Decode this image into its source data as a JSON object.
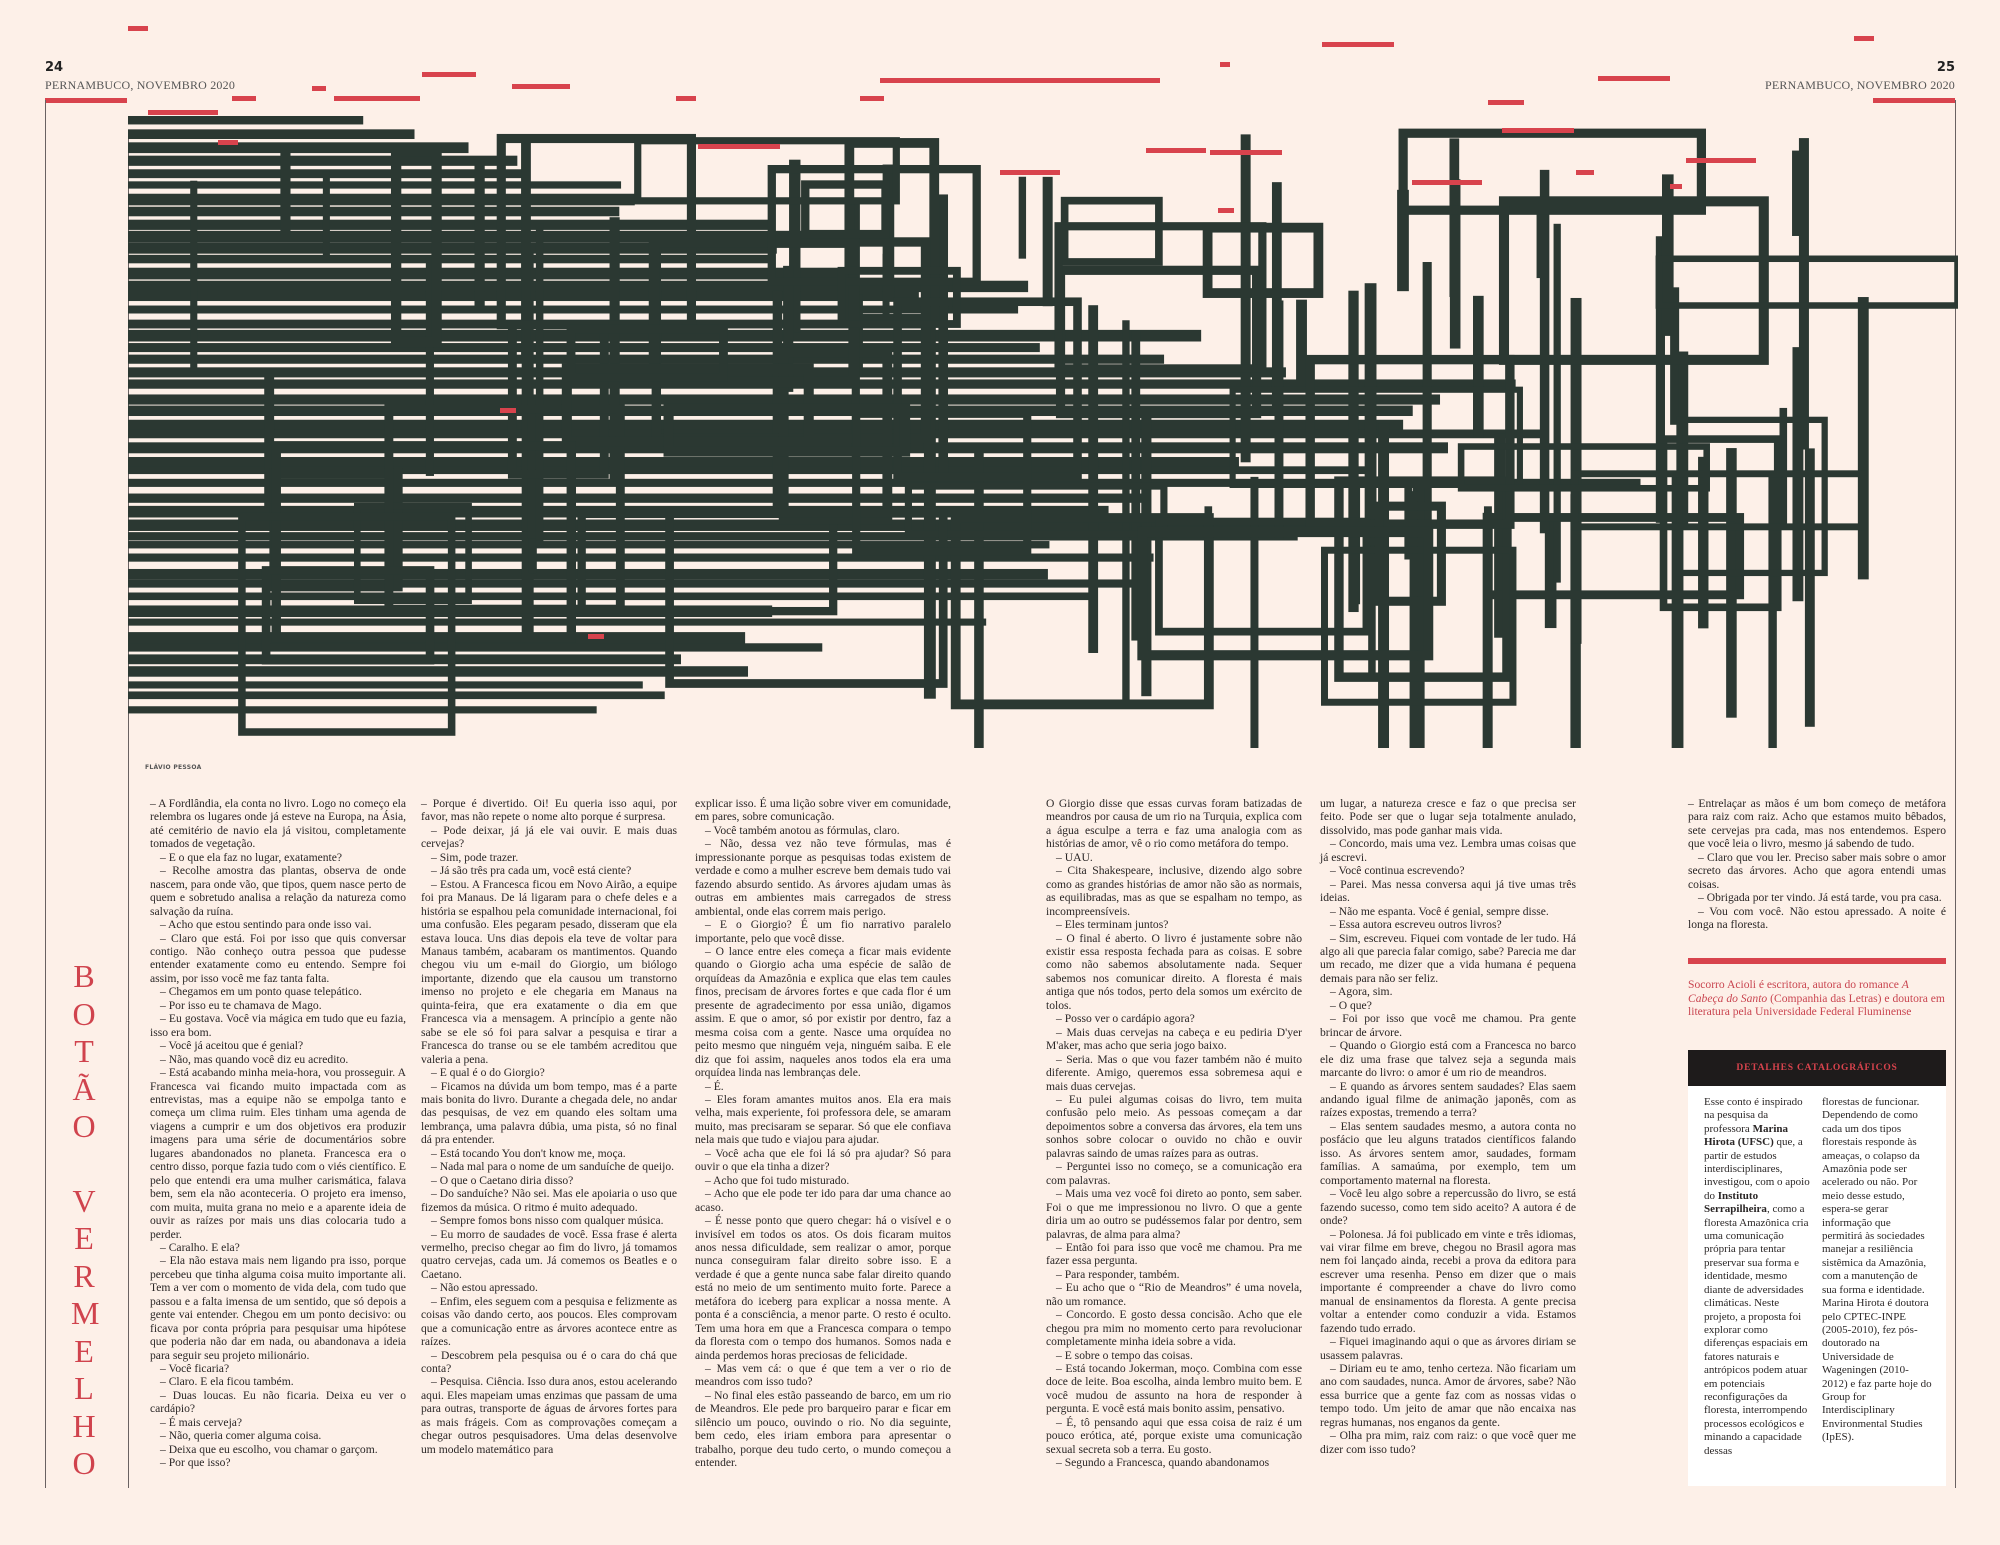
{
  "header": {
    "left_page": "24",
    "right_page": "25",
    "left_pub": "PERNAMBUCO, NOVEMBRO 2020",
    "right_pub": "PERNAMBUCO, NOVEMBRO 2020"
  },
  "art": {
    "credit": "FLÁVIO PESSOA",
    "line_color": "#2b3832",
    "accent_color": "#d8434d"
  },
  "title_words": [
    "BOTÃO",
    "VERMELHO"
  ],
  "columns": [
    [
      "– A Fordlândia, ela conta no livro. Logo no começo ela relembra os lugares onde já esteve na Europa, na Ásia, até cemitério de navio ela já visitou, completamente tomados de vegetação.",
      "– E o que ela faz no lugar, exatamente?",
      "– Recolhe amostra das plantas, observa de onde nascem, para onde vão, que tipos, quem nasce perto de quem e sobretudo analisa a relação da natureza como salvação da ruína.",
      "– Acho que estou sentindo para onde isso vai.",
      "– Claro que está. Foi por isso que quis conversar contigo. Não conheço outra pessoa que pudesse entender exatamente como eu entendo. Sempre foi assim, por isso você me faz tanta falta.",
      "– Chegamos em um ponto quase telepático.",
      "– Por isso eu te chamava de Mago.",
      "– Eu gostava. Você via mágica em tudo que eu fazia, isso era bom.",
      "– Você já aceitou que é genial?",
      "– Não, mas quando você diz eu acredito.",
      "– Está acabando minha meia-hora, vou prosseguir. A Francesca vai ficando muito impactada com as entrevistas, mas a equipe não se empolga tanto e começa um clima ruim. Eles tinham uma agenda de viagens a cumprir e um dos objetivos era produzir imagens para uma série de documentários sobre lugares abandonados no planeta. Francesca era o centro disso, porque fazia tudo com o viés científico. E pelo que entendi era uma mulher carismática, falava bem, sem ela não aconteceria. O projeto era imenso, com muita, muita grana no meio e a aparente ideia de ouvir as raízes por mais uns dias colocaria tudo a perder.",
      "– Caralho. E ela?",
      "– Ela não estava mais nem ligando pra isso, porque percebeu que tinha alguma coisa muito importante ali. Tem a ver com o momento de vida dela, com tudo que passou e a falta imensa de um sentido, que só depois a gente vai entender. Chegou em um ponto decisivo: ou ficava por conta própria para pesquisar uma hipótese que poderia não dar em nada, ou abandonava a ideia para seguir seu projeto milionário.",
      "– Você ficaria?",
      "– Claro. E ela ficou também.",
      "– Duas loucas. Eu não ficaria. Deixa eu ver o cardápio?",
      "– É mais cerveja?",
      "– Não, queria comer alguma coisa.",
      "– Deixa que eu escolho, vou chamar o garçom.",
      "– Por que isso?"
    ],
    [
      "– Porque é divertido. Oi! Eu queria isso aqui, por favor, mas não repete o nome alto porque é surpresa.",
      "– Pode deixar, já já ele vai ouvir. E mais duas cervejas?",
      "– Sim, pode trazer.",
      "– Já são três pra cada um, você está ciente?",
      "– Estou. A Francesca ficou em Novo Airão, a equipe foi pra Manaus. De lá ligaram para o chefe deles e a história se espalhou pela comunidade internacional, foi uma confusão. Eles pegaram pesado, disseram que ela estava louca. Uns dias depois ela teve de voltar para Manaus também, acabaram os mantimentos. Quando chegou viu um e-mail do Giorgio, um biólogo importante, dizendo que ela causou um transtorno imenso no projeto e ele chegaria em Manaus na quinta-feira, que era exatamente o dia em que Francesca via a mensagem. A princípio a gente não sabe se ele só foi para salvar a pesquisa e tirar a Francesca do transe ou se ele também acreditou que valeria a pena.",
      "– E qual é o do Giorgio?",
      "– Ficamos na dúvida um bom tempo, mas é a parte mais bonita do livro. Durante a chegada dele, no andar das pesquisas, de vez em quando eles soltam uma lembrança, uma palavra dúbia, uma pista, só no final dá pra entender.",
      "– Está tocando You don't know me, moça.",
      "– Nada mal para o nome de um sanduíche de queijo.",
      "– O que o Caetano diria disso?",
      "– Do sanduíche? Não sei. Mas ele apoiaria o uso que fizemos da música. O ritmo é muito adequado.",
      "– Sempre fomos bons nisso com qualquer música.",
      "– Eu morro de saudades de você. Essa frase é alerta vermelho, preciso chegar ao fim do livro, já tomamos quatro cervejas, cada um. Já comemos os Beatles e o Caetano.",
      "– Não estou apressado.",
      "– Enfim, eles seguem com a pesquisa e felizmente as coisas vão dando certo, aos poucos. Eles comprovam que a comunicação entre as árvores acontece entre as raízes.",
      "– Descobrem pela pesquisa ou é o cara do chá que conta?",
      "– Pesquisa. Ciência. Isso dura anos, estou acelerando aqui. Eles mapeiam umas enzimas que passam de uma para outras, transporte de águas de árvores fortes para as mais frágeis. Com as comprovações começam a chegar outros pesquisadores. Uma delas desenvolve um modelo matemático para"
    ],
    [
      "explicar isso. É uma lição sobre viver em comunidade, em pares, sobre comunicação.",
      "– Você também anotou as fórmulas, claro.",
      "– Não, dessa vez não teve fórmulas, mas é impressionante porque as pesquisas todas existem de verdade e como a mulher escreve bem demais tudo vai fazendo absurdo sentido. As árvores ajudam umas às outras em ambientes mais carregados de stress ambiental, onde elas correm mais perigo.",
      "– E o Giorgio? É um fio narrativo paralelo importante, pelo que você disse.",
      "– O lance entre eles começa a ficar mais evidente quando o Giorgio acha uma espécie de salão de orquídeas da Amazônia e explica que elas tem caules finos, precisam de árvores fortes e que cada flor é um presente de agradecimento por essa união, digamos assim. E que o amor, só por existir por dentro, faz a mesma coisa com a gente. Nasce uma orquídea no peito mesmo que ninguém veja, ninguém saiba. E ele diz que foi assim, naqueles anos todos ela era uma orquídea linda nas lembranças dele.",
      "– É.",
      "– Eles foram amantes muitos anos. Ela era mais velha, mais experiente, foi professora dele, se amaram muito, mas precisaram se separar. Só que ele confiava nela mais que tudo e viajou para ajudar.",
      "– Você acha que ele foi lá só pra ajudar? Só para ouvir o que ela tinha a dizer?",
      "– Acho que foi tudo misturado.",
      "– Acho que ele pode ter ido para dar uma chance ao acaso.",
      "– É nesse ponto que quero chegar: há o visível e o invisível em todos os atos. Os dois ficaram muitos anos nessa dificuldade, sem realizar o amor, porque nunca conseguiram falar direito sobre isso. E a verdade é que a gente nunca sabe falar direito quando está no meio de um sentimento muito forte. Parece a metáfora do iceberg para explicar a nossa mente. A ponta é a consciência, a menor parte. O resto é oculto. Tem uma hora em que a Francesca compara o tempo da floresta com o tempo dos humanos. Somos nada e ainda perdemos horas preciosas de felicidade.",
      "– Mas vem cá: o que é que tem a ver o rio de meandros com isso tudo?",
      "– No final eles estão passeando de barco, em um rio de Meandros. Ele pede pro barqueiro parar e ficar em silêncio um pouco, ouvindo o rio. No dia seguinte, bem cedo, eles iriam embora para apresentar o trabalho, porque deu tudo certo, o mundo começou a entender."
    ],
    [
      "O Giorgio disse que essas curvas foram batizadas de meandros por causa de um rio na Turquia, explica com a água esculpe a terra e faz uma analogia com as histórias de amor, vê o rio como metáfora do tempo.",
      "– UAU.",
      "– Cita Shakespeare, inclusive, dizendo algo sobre como as grandes histórias de amor não são as normais, as equilibradas, mas as que se espalham no tempo, as incompreensíveis.",
      "– Eles terminam juntos?",
      "– O final é aberto. O livro é justamente sobre não existir essa resposta fechada para as coisas. E sobre como não sabemos absolutamente nada. Sequer sabemos nos comunicar direito. A floresta é mais antiga que nós todos, perto dela somos um exército de tolos.",
      "– Posso ver o cardápio agora?",
      "– Mais duas cervejas na cabeça e eu pediria D'yer M'aker, mas acho que seria jogo baixo.",
      "– Seria. Mas o que vou fazer também não é muito diferente. Amigo, queremos essa sobremesa aqui e mais duas cervejas.",
      "– Eu pulei algumas coisas do livro, tem muita confusão pelo meio. As pessoas começam a dar depoimentos sobre a conversa das árvores, ela tem uns sonhos sobre colocar o ouvido no chão e ouvir palavras saindo de umas raízes para as outras.",
      "– Perguntei isso no começo, se a comunicação era com palavras.",
      "– Mais uma vez você foi direto ao ponto, sem saber. Foi o que me impressionou no livro. O que a gente diria um ao outro se pudéssemos falar por dentro, sem palavras, de alma para alma?",
      "– Então foi para isso que você me chamou. Pra me fazer essa pergunta.",
      "– Para responder, também.",
      "– Eu acho que o “Rio de Meandros” é uma novela, não um romance.",
      "– Concordo. E gosto dessa concisão. Acho que ele chegou pra mim no momento certo para revolucionar completamente minha ideia sobre a vida.",
      "– E sobre o tempo das coisas.",
      "– Está tocando Jokerman, moço. Combina com esse doce de leite. Boa escolha, ainda lembro muito bem. E você mudou de assunto na hora de responder à pergunta. E você está mais bonito assim, pensativo.",
      "– É, tô pensando aqui que essa coisa de raiz é um pouco erótica, até, porque existe uma comunicação sexual secreta sob a terra. Eu gosto.",
      "– Segundo a Francesca, quando abandonamos"
    ],
    [
      "um lugar, a natureza cresce e faz o que precisa ser feito. Pode ser que o lugar seja totalmente anulado, dissolvido, mas pode ganhar mais vida.",
      "– Concordo, mais uma vez. Lembra umas coisas que já escrevi.",
      "– Você continua escrevendo?",
      "– Parei. Mas nessa conversa aqui já tive umas três ideias.",
      "– Não me espanta. Você é genial, sempre disse.",
      "– Essa autora escreveu outros livros?",
      "– Sim, escreveu. Fiquei com vontade de ler tudo. Há algo ali que parecia falar comigo, sabe? Parecia me dar um recado, me dizer que a vida humana é pequena demais para não ser feliz.",
      "– Agora, sim.",
      "– O que?",
      "– Foi por isso que você me chamou. Pra gente brincar de árvore.",
      "– Quando o Giorgio está com a Francesca no barco ele diz uma frase que talvez seja a segunda mais marcante do livro: o amor é um rio de meandros.",
      "– E quando as árvores sentem saudades? Elas saem andando igual filme de animação japonês, com as raízes expostas, tremendo a terra?",
      "– Elas sentem saudades mesmo, a autora conta no posfácio que leu alguns tratados científicos falando isso. As árvores sentem amor, saudades, formam famílias. A samaúma, por exemplo, tem um comportamento maternal na floresta.",
      "– Você leu algo sobre a repercussão do livro, se está fazendo sucesso, como tem sido aceito? A autora é de onde?",
      "– Polonesa. Já foi publicado em vinte e três idiomas, vai virar filme em breve, chegou no Brasil agora mas nem foi lançado ainda, recebi a prova da editora para escrever uma resenha. Penso em dizer que o mais importante é compreender a chave do livro como manual de ensinamentos da floresta. A gente precisa voltar a entender como conduzir a vida. Estamos fazendo tudo errado.",
      "– Fiquei imaginando aqui o que as árvores diriam se usassem palavras.",
      "– Diriam eu te amo, tenho certeza. Não ficariam um ano com saudades, nunca. Amor de árvores, sabe? Não essa burrice que a gente faz com as nossas vidas o tempo todo. Um jeito de amar que não encaixa nas regras humanas, nos enganos da gente.",
      "– Olha pra mim, raiz com raiz: o que você quer me dizer com isso tudo?"
    ],
    [
      "– Entrelaçar as mãos é um bom começo de metáfora para raiz com raiz. Acho que estamos muito bêbados, sete cervejas pra cada, mas nos entendemos. Espero que você leia o livro, mesmo já sabendo de tudo.",
      "– Claro que vou ler. Preciso saber mais sobre o amor secreto das árvores. Acho que agora entendi umas coisas.",
      "– Obrigada por ter vindo. Já está tarde, vou pra casa.",
      "– Vou com você. Não estou apressado. A noite é longa na floresta."
    ]
  ],
  "author_credit": {
    "before": "Socorro Acioli é escritora, autora do romance ",
    "book": "A Cabeça do Santo",
    "after": " (Companhia das Letras) e doutora em literatura pela Universidade Federal Fluminense"
  },
  "catalog": {
    "title": "DETALHES CATALOGRÁFICOS",
    "col1": {
      "t1": "Esse conto é inspirado na pesquisa da professora ",
      "b1": "Marina Hirota (UFSC)",
      "t2": " que, a partir de estudos interdisciplinares, investigou, com o apoio do ",
      "b2": "Instituto Serrapilheira",
      "t3": ", como a floresta Amazônica cria uma comunicação própria para tentar preservar sua forma e identidade, mesmo diante de adversidades climáticas. Neste projeto, a proposta foi explorar como diferenças espaciais em fatores naturais e antrópicos podem atuar em potenciais reconfigurações da floresta, interrompendo processos ecológicos e minando a capacidade dessas"
    },
    "col2": "florestas de funcionar. Dependendo de como cada um dos tipos florestais responde às ameaças, o colapso da Amazônia pode ser acelerado ou não. Por meio desse estudo, espera-se gerar informação que permitirá às sociedades manejar a resiliência sistêmica da Amazônia, com a manutenção de sua forma e identidade. Marina Hirota é doutora pelo CPTEC-INPE (2005-2010), fez pós-doutorado na Universidade de Wageningen (2010-2012) e faz parte hoje do Group for Interdisciplinary Environmental Studies (IpES)."
  }
}
